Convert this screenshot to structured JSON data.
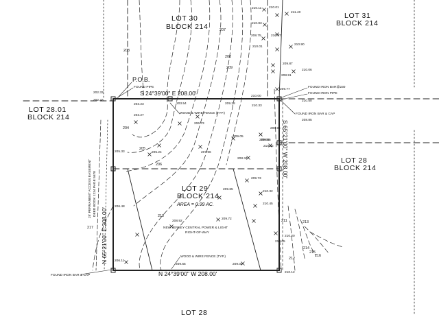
{
  "lots": {
    "lot_30": "LOT 30",
    "block_30": "BLOCK 214",
    "lot_31": "LOT 31",
    "block_31": "BLOCK 214",
    "lot_2801": "LOT 28.01",
    "block_2801": "BLOCK 214",
    "lot_28": "LOT 28",
    "block_28": "BLOCK 214",
    "lot_29": "LOT 29",
    "block_29": "BLOCK 214",
    "lot_28_bottom": "LOT 28"
  },
  "area_label": "AREA = 0.99 AC.",
  "bearings": {
    "north_line": "S 24°39'00\" E 208.00'",
    "south_line": "N 24°39'00\" W 208.00'",
    "west_line": "N 65°21'00\" E 208.00'",
    "east_line": "S 65°21'00\" W 208.00'"
  },
  "notes": {
    "pob": "P.O.B.",
    "found_pipe": "FOUND PIPE",
    "fence_top": "WOOD & WIRE FENCE (TYP.)",
    "fence_bottom": "WOOD & WIRE FENCE (TYP.)",
    "found_iron_bar_230": "FOUND IRON BAR@230",
    "found_iron_pipe": "FOUND IRON PIPE",
    "found_iron_bar_cap_right": "FOUND IRON BAR & CAP",
    "found_iron_bar_cap_left": "FOUND IRON BAR & CAP",
    "easement": "25' PERMANENT ACCESS EASEMENT",
    "easement_2": "DEED BOOK 1234 PAGE 5678",
    "power_line_1": "NEW JERSEY CENTRAL POWER & LIGHT",
    "power_line_2": "RIGHT-OF-WAY"
  },
  "contours": [
    "203",
    "204",
    "205",
    "206",
    "207",
    "208",
    "209",
    "210",
    "211",
    "212",
    "213",
    "214",
    "215",
    "216",
    "217"
  ],
  "spot_elevations": [
    {
      "id": "e1",
      "value": "210.11"
    },
    {
      "id": "e2",
      "value": "210.01"
    },
    {
      "id": "e3",
      "value": "211.40"
    },
    {
      "id": "e4",
      "value": "210.83"
    },
    {
      "id": "e5",
      "value": "208.75"
    },
    {
      "id": "e6",
      "value": "210.07"
    },
    {
      "id": "e7",
      "value": "210.90"
    },
    {
      "id": "e8",
      "value": "210.01"
    },
    {
      "id": "e9",
      "value": "210.06"
    },
    {
      "id": "e10",
      "value": "209.87"
    },
    {
      "id": "e11",
      "value": "208.91"
    },
    {
      "id": "e12",
      "value": "209.77"
    },
    {
      "id": "e13",
      "value": "210.50"
    },
    {
      "id": "e14",
      "value": "202.33"
    },
    {
      "id": "e15",
      "value": "202.43"
    },
    {
      "id": "e16",
      "value": "203.54"
    },
    {
      "id": "e17",
      "value": "209.28"
    },
    {
      "id": "e18",
      "value": "210.00"
    },
    {
      "id": "e19",
      "value": "210.33"
    },
    {
      "id": "e20",
      "value": "203.23"
    },
    {
      "id": "e21",
      "value": "203.27"
    },
    {
      "id": "e22",
      "value": "206.73"
    },
    {
      "id": "e23",
      "value": "209.85"
    },
    {
      "id": "e24",
      "value": "208.95"
    },
    {
      "id": "e25",
      "value": "209.05"
    },
    {
      "id": "e26",
      "value": "209.65"
    },
    {
      "id": "e27",
      "value": "210.02"
    },
    {
      "id": "e28",
      "value": "205.33"
    },
    {
      "id": "e29",
      "value": "205.24"
    },
    {
      "id": "e30",
      "value": "207.96"
    },
    {
      "id": "e31",
      "value": "208.34"
    },
    {
      "id": "e32",
      "value": "209.73"
    },
    {
      "id": "e33",
      "value": "210.32"
    },
    {
      "id": "e34",
      "value": "209.65"
    },
    {
      "id": "e35",
      "value": "210.45"
    },
    {
      "id": "e36",
      "value": "206.48"
    },
    {
      "id": "e37",
      "value": "209.72"
    },
    {
      "id": "e38",
      "value": "208.92"
    },
    {
      "id": "e39",
      "value": "210.20"
    },
    {
      "id": "e40",
      "value": "210.05"
    },
    {
      "id": "e41",
      "value": "206.11"
    },
    {
      "id": "e42",
      "value": "209.65"
    },
    {
      "id": "e43",
      "value": "209.02"
    },
    {
      "id": "e44",
      "value": "210.12"
    },
    {
      "id": "e45",
      "value": "208.85"
    }
  ]
}
